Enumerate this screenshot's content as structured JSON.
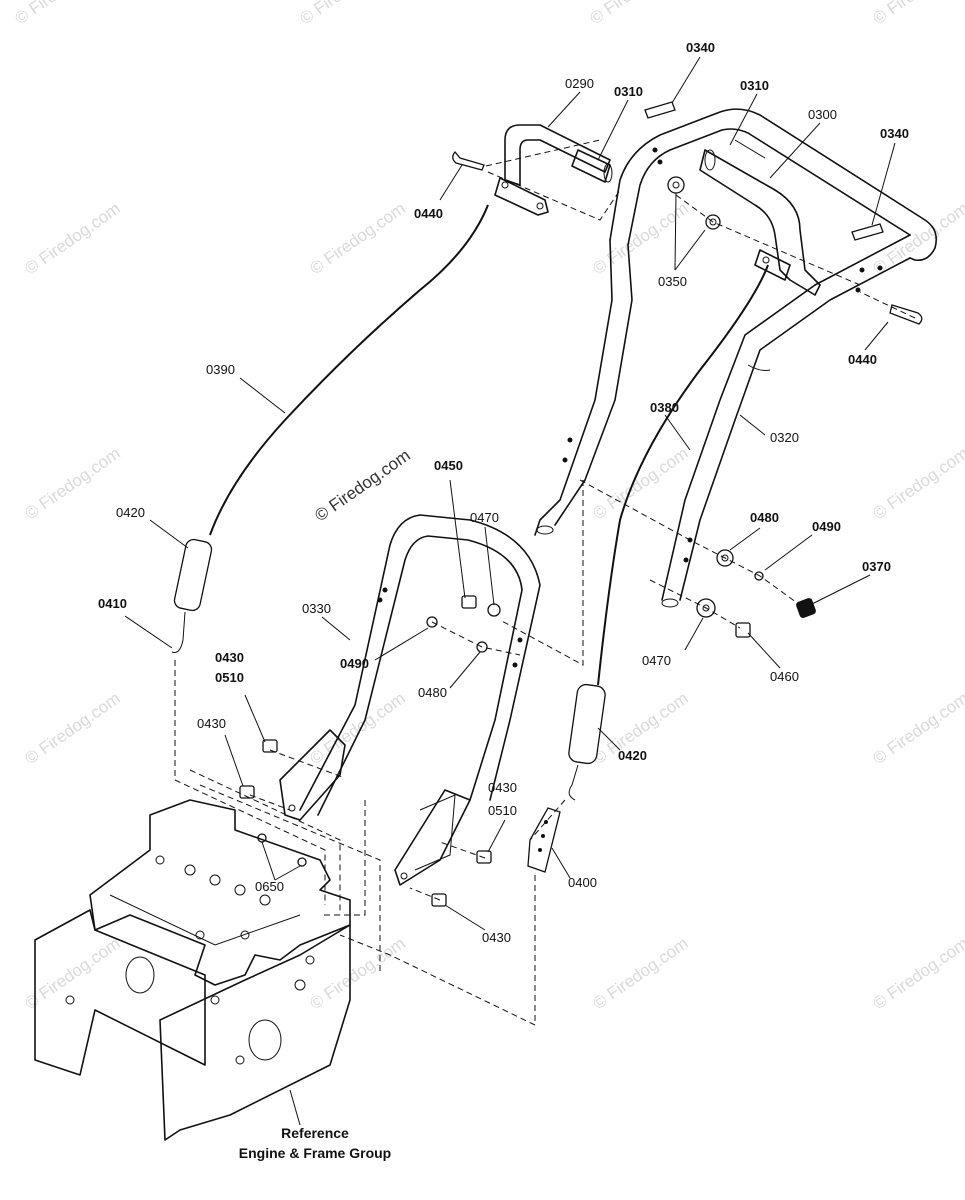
{
  "watermark": "© Firedog.com",
  "center_watermark": "© Firedog.com",
  "reference": {
    "line1": "Reference",
    "line2": "Engine & Frame Group"
  },
  "callouts": {
    "c0340a": "0340",
    "c0290": "0290",
    "c0310a": "0310",
    "c0310b": "0310",
    "c0300": "0300",
    "c0340b": "0340",
    "c0440a": "0440",
    "c0350": "0350",
    "c0440b": "0440",
    "c0390": "0390",
    "c0380": "0380",
    "c0320": "0320",
    "c0450": "0450",
    "c0470a": "0470",
    "c0420a": "0420",
    "c0480a": "0480",
    "c0490a": "0490",
    "c0370": "0370",
    "c0410": "0410",
    "c0330": "0330",
    "c0490b": "0490",
    "c0480b": "0480",
    "c0470b": "0470",
    "c0460": "0460",
    "c0430a": "0430",
    "c0510a": "0510",
    "c0430b": "0430",
    "c0420b": "0420",
    "c0430c": "0430",
    "c0510b": "0510",
    "c0650": "0650",
    "c0400": "0400",
    "c0430d": "0430"
  }
}
